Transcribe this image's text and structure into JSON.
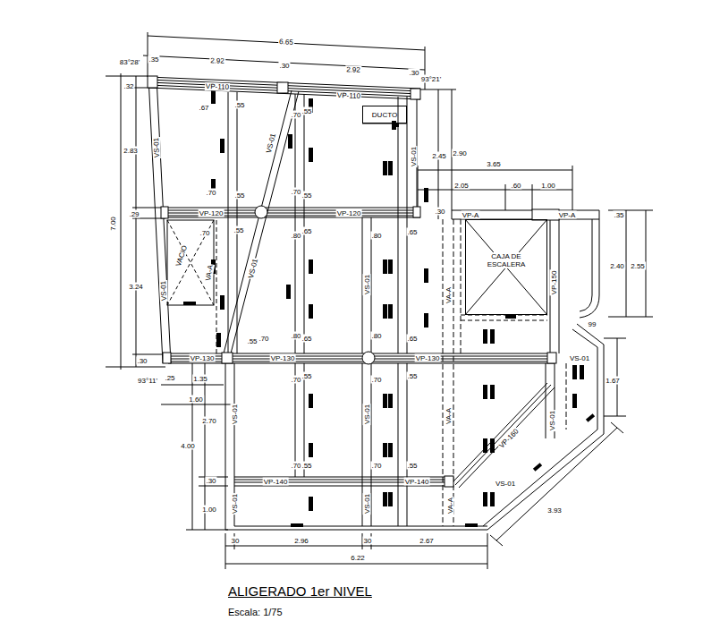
{
  "diagram": {
    "title": "ALIGERADO 1er NIVEL",
    "caption": "Escala: 1/75",
    "nodes": [
      {
        "text": [
          "DUCTO"
        ]
      },
      {
        "text": [
          "CAJA DE ESCALERA"
        ]
      }
    ],
    "labels": [
      "6.65",
      "83°28'",
      ".35",
      "2.92",
      ".30",
      "2.92",
      ".30",
      "93°21'",
      "7.00",
      ".32",
      "2.83",
      ".29",
      "3.24",
      ".30",
      "93°11'",
      ".25",
      "VP-110",
      "VP-110",
      "VS-01",
      "VS-01",
      "VS-01",
      ".67",
      ".55",
      ".70",
      ".55",
      ".70",
      ".55",
      ".70",
      ".55",
      "VP-120",
      "VP-120",
      ".70",
      ".55",
      ".80",
      ".65",
      ".80",
      ".65",
      "VACIO",
      "VA-A",
      "VS-01",
      "VS-01",
      "VS-01",
      "VA-A",
      ".70",
      ".55",
      ".80",
      ".65",
      ".80",
      ".65",
      "VP-130",
      "VP-130",
      "VP-130",
      ".70",
      ".55",
      ".70",
      ".55",
      "1.35",
      "1.60",
      "2.70",
      "4.00",
      "VS-01",
      "VS-01",
      "VA-A",
      ".70",
      ".55",
      ".70",
      ".55",
      ".30",
      "VP-140",
      "VP-140",
      "1.00",
      "VS-01",
      "VS-01",
      "VA-A",
      "30",
      "2.96",
      "30",
      "2.67",
      "6.22",
      "2.45",
      "2.90",
      "3.65",
      "2.05",
      ".60",
      "1.00",
      ".30",
      "VP-A",
      "VP-A",
      ".35",
      "VP-150",
      "2.40",
      "2.55",
      "99",
      "VS-01",
      "1.67",
      "VP-160",
      "VS-01",
      "VS-01",
      "3.93"
    ]
  }
}
